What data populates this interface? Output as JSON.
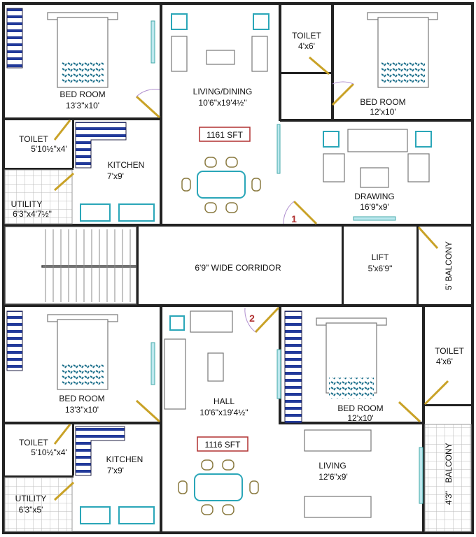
{
  "flats": [
    {
      "number": "1",
      "area": "1161 SFT",
      "rooms": [
        {
          "name": "BED ROOM",
          "size": "13'3\"x10'"
        },
        {
          "name": "LIVING/DINING",
          "size": "10'6\"x19'4½\""
        },
        {
          "name": "TOILET",
          "size": "4'x6'"
        },
        {
          "name": "BED ROOM",
          "size": "12'x10'"
        },
        {
          "name": "TOILET",
          "size": "5'10½\"x4'"
        },
        {
          "name": "KITCHEN",
          "size": "7'x9'"
        },
        {
          "name": "UTILITY",
          "size": "6'3\"x4'7½\""
        },
        {
          "name": "DRAWING",
          "size": "16'9\"x9'"
        }
      ]
    },
    {
      "number": "2",
      "area": "1116 SFT",
      "rooms": [
        {
          "name": "BED ROOM",
          "size": "13'3\"x10'"
        },
        {
          "name": "HALL",
          "size": "10'6\"x19'4½\""
        },
        {
          "name": "BED ROOM",
          "size": "12'x10'"
        },
        {
          "name": "TOILET",
          "size": "4'x6'"
        },
        {
          "name": "TOILET",
          "size": "5'10½\"x4'"
        },
        {
          "name": "KITCHEN",
          "size": "7'x9'"
        },
        {
          "name": "UTILITY",
          "size": "6'3\"x5'"
        },
        {
          "name": "LIVING",
          "size": "12'6\"x9'"
        },
        {
          "name": "BALCONY",
          "size": "4'3\""
        }
      ]
    }
  ],
  "common": {
    "corridor": "6'9\" WIDE CORRIDOR",
    "lift_name": "LIFT",
    "lift_size": "5'x6'9\"",
    "balcony": "5' BALCONY"
  },
  "colors": {
    "door": "#c9a227",
    "window": "#2aa6b8",
    "area_box": "#b03030",
    "wardrobe": "#223a9a"
  }
}
